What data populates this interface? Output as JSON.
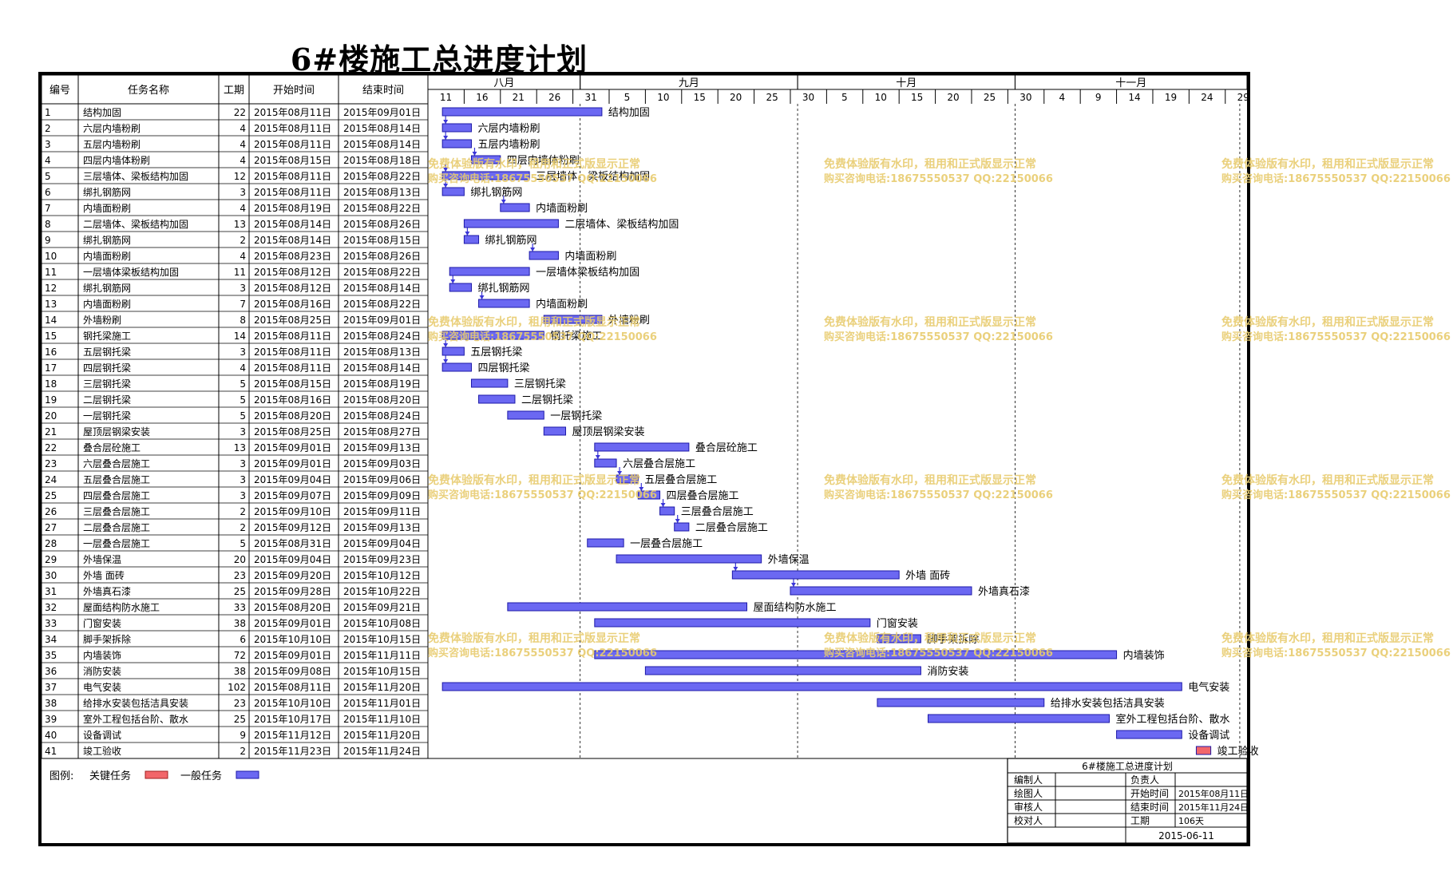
{
  "page": {
    "title": "6#楼施工总进度计划"
  },
  "colors": {
    "normal": "#6b68f2",
    "critical": "#f2666a",
    "watermark": "#e8cc6e",
    "grid": "#000000"
  },
  "columns": [
    "编号",
    "任务名称",
    "工期",
    "开始时间",
    "结束时间"
  ],
  "chart_data": {
    "type": "gantt",
    "time_axis": {
      "start": "2015-08-09",
      "end": "2015-11-30",
      "months": [
        {
          "label": "八月",
          "start": "2015-08-09",
          "end": "2015-08-30"
        },
        {
          "label": "九月",
          "start": "2015-08-30",
          "end": "2015-09-29"
        },
        {
          "label": "十月",
          "start": "2015-09-29",
          "end": "2015-10-29"
        },
        {
          "label": "十一月",
          "start": "2015-10-29",
          "end": "2015-11-30"
        }
      ],
      "ticks": [
        {
          "label": "11",
          "date": "2015-08-09"
        },
        {
          "label": "16",
          "date": "2015-08-14"
        },
        {
          "label": "21",
          "date": "2015-08-19"
        },
        {
          "label": "26",
          "date": "2015-08-24"
        },
        {
          "label": "31",
          "date": "2015-08-29"
        },
        {
          "label": "5",
          "date": "2015-09-03"
        },
        {
          "label": "10",
          "date": "2015-09-08"
        },
        {
          "label": "15",
          "date": "2015-09-13"
        },
        {
          "label": "20",
          "date": "2015-09-18"
        },
        {
          "label": "25",
          "date": "2015-09-23"
        },
        {
          "label": "30",
          "date": "2015-09-28"
        },
        {
          "label": "5",
          "date": "2015-10-03"
        },
        {
          "label": "10",
          "date": "2015-10-08"
        },
        {
          "label": "15",
          "date": "2015-10-13"
        },
        {
          "label": "20",
          "date": "2015-10-18"
        },
        {
          "label": "25",
          "date": "2015-10-23"
        },
        {
          "label": "30",
          "date": "2015-10-28"
        },
        {
          "label": "4",
          "date": "2015-11-02"
        },
        {
          "label": "9",
          "date": "2015-11-07"
        },
        {
          "label": "14",
          "date": "2015-11-12"
        },
        {
          "label": "19",
          "date": "2015-11-17"
        },
        {
          "label": "24",
          "date": "2015-11-22"
        },
        {
          "label": "29",
          "date": "2015-11-27"
        }
      ],
      "dashed_lines": [
        "2015-08-30",
        "2015-09-29",
        "2015-10-29",
        "2015-11-29"
      ]
    },
    "tasks": [
      {
        "id": "1",
        "name": "结构加固",
        "duration": "22",
        "start": "2015年08月11日",
        "end": "2015年09月01日",
        "s": "2015-08-11",
        "e": "2015-09-01"
      },
      {
        "id": "2",
        "name": "六层内墙粉刷",
        "duration": "4",
        "start": "2015年08月11日",
        "end": "2015年08月14日",
        "s": "2015-08-11",
        "e": "2015-08-14"
      },
      {
        "id": "3",
        "name": "五层内墙粉刷",
        "duration": "4",
        "start": "2015年08月11日",
        "end": "2015年08月14日",
        "s": "2015-08-11",
        "e": "2015-08-14"
      },
      {
        "id": "4",
        "name": "四层内墙体粉刷",
        "duration": "4",
        "start": "2015年08月15日",
        "end": "2015年08月18日",
        "s": "2015-08-15",
        "e": "2015-08-18"
      },
      {
        "id": "5",
        "name": "三层墙体、梁板结构加固",
        "duration": "12",
        "start": "2015年08月11日",
        "end": "2015年08月22日",
        "s": "2015-08-11",
        "e": "2015-08-22"
      },
      {
        "id": "6",
        "name": "绑扎钢筋网",
        "duration": "3",
        "start": "2015年08月11日",
        "end": "2015年08月13日",
        "s": "2015-08-11",
        "e": "2015-08-13"
      },
      {
        "id": "7",
        "name": "内墙面粉刷",
        "duration": "4",
        "start": "2015年08月19日",
        "end": "2015年08月22日",
        "s": "2015-08-19",
        "e": "2015-08-22"
      },
      {
        "id": "8",
        "name": "二层墙体、梁板结构加固",
        "duration": "13",
        "start": "2015年08月14日",
        "end": "2015年08月26日",
        "s": "2015-08-14",
        "e": "2015-08-26"
      },
      {
        "id": "9",
        "name": "绑扎钢筋网",
        "duration": "2",
        "start": "2015年08月14日",
        "end": "2015年08月15日",
        "s": "2015-08-14",
        "e": "2015-08-15"
      },
      {
        "id": "10",
        "name": "内墙面粉刷",
        "duration": "4",
        "start": "2015年08月23日",
        "end": "2015年08月26日",
        "s": "2015-08-23",
        "e": "2015-08-26"
      },
      {
        "id": "11",
        "name": "一层墙体梁板结构加固",
        "duration": "11",
        "start": "2015年08月12日",
        "end": "2015年08月22日",
        "s": "2015-08-12",
        "e": "2015-08-22"
      },
      {
        "id": "12",
        "name": "绑扎钢筋网",
        "duration": "3",
        "start": "2015年08月12日",
        "end": "2015年08月14日",
        "s": "2015-08-12",
        "e": "2015-08-14"
      },
      {
        "id": "13",
        "name": "内墙面粉刷",
        "duration": "7",
        "start": "2015年08月16日",
        "end": "2015年08月22日",
        "s": "2015-08-16",
        "e": "2015-08-22"
      },
      {
        "id": "14",
        "name": "外墙粉刷",
        "duration": "8",
        "start": "2015年08月25日",
        "end": "2015年09月01日",
        "s": "2015-08-25",
        "e": "2015-09-01"
      },
      {
        "id": "15",
        "name": "钢托梁施工",
        "duration": "14",
        "start": "2015年08月11日",
        "end": "2015年08月24日",
        "s": "2015-08-11",
        "e": "2015-08-24"
      },
      {
        "id": "16",
        "name": "五层钢托梁",
        "duration": "3",
        "start": "2015年08月11日",
        "end": "2015年08月13日",
        "s": "2015-08-11",
        "e": "2015-08-13"
      },
      {
        "id": "17",
        "name": "四层钢托梁",
        "duration": "4",
        "start": "2015年08月11日",
        "end": "2015年08月14日",
        "s": "2015-08-11",
        "e": "2015-08-14"
      },
      {
        "id": "18",
        "name": "三层钢托梁",
        "duration": "5",
        "start": "2015年08月15日",
        "end": "2015年08月19日",
        "s": "2015-08-15",
        "e": "2015-08-19"
      },
      {
        "id": "19",
        "name": "二层钢托梁",
        "duration": "5",
        "start": "2015年08月16日",
        "end": "2015年08月20日",
        "s": "2015-08-16",
        "e": "2015-08-20"
      },
      {
        "id": "20",
        "name": "一层钢托梁",
        "duration": "5",
        "start": "2015年08月20日",
        "end": "2015年08月24日",
        "s": "2015-08-20",
        "e": "2015-08-24"
      },
      {
        "id": "21",
        "name": "屋顶层钢梁安装",
        "duration": "3",
        "start": "2015年08月25日",
        "end": "2015年08月27日",
        "s": "2015-08-25",
        "e": "2015-08-27"
      },
      {
        "id": "22",
        "name": "叠合层砼施工",
        "duration": "13",
        "start": "2015年09月01日",
        "end": "2015年09月13日",
        "s": "2015-09-01",
        "e": "2015-09-13"
      },
      {
        "id": "23",
        "name": "六层叠合层施工",
        "duration": "3",
        "start": "2015年09月01日",
        "end": "2015年09月03日",
        "s": "2015-09-01",
        "e": "2015-09-03"
      },
      {
        "id": "24",
        "name": "五层叠合层施工",
        "duration": "3",
        "start": "2015年09月04日",
        "end": "2015年09月06日",
        "s": "2015-09-04",
        "e": "2015-09-06"
      },
      {
        "id": "25",
        "name": "四层叠合层施工",
        "duration": "3",
        "start": "2015年09月07日",
        "end": "2015年09月09日",
        "s": "2015-09-07",
        "e": "2015-09-09"
      },
      {
        "id": "26",
        "name": "三层叠合层施工",
        "duration": "2",
        "start": "2015年09月10日",
        "end": "2015年09月11日",
        "s": "2015-09-10",
        "e": "2015-09-11"
      },
      {
        "id": "27",
        "name": "二层叠合层施工",
        "duration": "2",
        "start": "2015年09月12日",
        "end": "2015年09月13日",
        "s": "2015-09-12",
        "e": "2015-09-13"
      },
      {
        "id": "28",
        "name": "一层叠合层施工",
        "duration": "5",
        "start": "2015年08月31日",
        "end": "2015年09月04日",
        "s": "2015-08-31",
        "e": "2015-09-04"
      },
      {
        "id": "29",
        "name": "外墙保温",
        "duration": "20",
        "start": "2015年09月04日",
        "end": "2015年09月23日",
        "s": "2015-09-04",
        "e": "2015-09-23"
      },
      {
        "id": "30",
        "name": "外墙  面砖",
        "duration": "23",
        "start": "2015年09月20日",
        "end": "2015年10月12日",
        "s": "2015-09-20",
        "e": "2015-10-12"
      },
      {
        "id": "31",
        "name": "外墙真石漆",
        "duration": "25",
        "start": "2015年09月28日",
        "end": "2015年10月22日",
        "s": "2015-09-28",
        "e": "2015-10-22"
      },
      {
        "id": "32",
        "name": "屋面结构防水施工",
        "duration": "33",
        "start": "2015年08月20日",
        "end": "2015年09月21日",
        "s": "2015-08-20",
        "e": "2015-09-21"
      },
      {
        "id": "33",
        "name": "门窗安装",
        "duration": "38",
        "start": "2015年09月01日",
        "end": "2015年10月08日",
        "s": "2015-09-01",
        "e": "2015-10-08"
      },
      {
        "id": "34",
        "name": "脚手架拆除",
        "duration": "6",
        "start": "2015年10月10日",
        "end": "2015年10月15日",
        "s": "2015-10-10",
        "e": "2015-10-15"
      },
      {
        "id": "35",
        "name": "内墙装饰",
        "duration": "72",
        "start": "2015年09月01日",
        "end": "2015年11月11日",
        "s": "2015-09-01",
        "e": "2015-11-11"
      },
      {
        "id": "36",
        "name": "消防安装",
        "duration": "38",
        "start": "2015年09月08日",
        "end": "2015年10月15日",
        "s": "2015-09-08",
        "e": "2015-10-15"
      },
      {
        "id": "37",
        "name": "电气安装",
        "duration": "102",
        "start": "2015年08月11日",
        "end": "2015年11月20日",
        "s": "2015-08-11",
        "e": "2015-11-20"
      },
      {
        "id": "38",
        "name": "给排水安装包括洁具安装",
        "duration": "23",
        "start": "2015年10月10日",
        "end": "2015年11月01日",
        "s": "2015-10-10",
        "e": "2015-11-01"
      },
      {
        "id": "39",
        "name": "室外工程包括台阶、散水",
        "duration": "25",
        "start": "2015年10月17日",
        "end": "2015年11月10日",
        "s": "2015-10-17",
        "e": "2015-11-10"
      },
      {
        "id": "40",
        "name": "设备调试",
        "duration": "9",
        "start": "2015年11月12日",
        "end": "2015年11月20日",
        "s": "2015-11-12",
        "e": "2015-11-20"
      },
      {
        "id": "41",
        "name": "竣工验收",
        "duration": "2",
        "start": "2015年11月23日",
        "end": "2015年11月24日",
        "s": "2015-11-23",
        "e": "2015-11-24",
        "critical": true
      }
    ],
    "links": [
      [
        2,
        3
      ],
      [
        3,
        4
      ],
      [
        4,
        5
      ],
      [
        5,
        6
      ],
      [
        6,
        7
      ],
      [
        8,
        9
      ],
      [
        9,
        10
      ],
      [
        11,
        12
      ],
      [
        12,
        13
      ],
      [
        15,
        16
      ],
      [
        16,
        17
      ],
      [
        22,
        23
      ],
      [
        23,
        24
      ],
      [
        24,
        25
      ],
      [
        25,
        26
      ],
      [
        26,
        27
      ],
      [
        29,
        30
      ],
      [
        30,
        31
      ],
      [
        1,
        2
      ]
    ]
  },
  "legend": {
    "label": "图例:",
    "critical": "关键任务",
    "normal": "一般任务"
  },
  "info_box": {
    "title": "6#楼施工总进度计划",
    "rows": [
      {
        "label": "编制人",
        "value": "",
        "label2": "负责人",
        "value2": ""
      },
      {
        "label": "绘图人",
        "value": "",
        "label2": "开始时间",
        "value2": "2015年08月11日"
      },
      {
        "label": "审核人",
        "value": "",
        "label2": "结束时间",
        "value2": "2015年11月24日"
      },
      {
        "label": "校对人",
        "value": "",
        "label2": "工期",
        "value2": "106天"
      }
    ],
    "date": "2015-06-11"
  },
  "watermark": {
    "line1": "免费体验版有水印，租用和正式版显示正常",
    "line2": "购买咨询电话:18675550537 QQ:22150066"
  }
}
